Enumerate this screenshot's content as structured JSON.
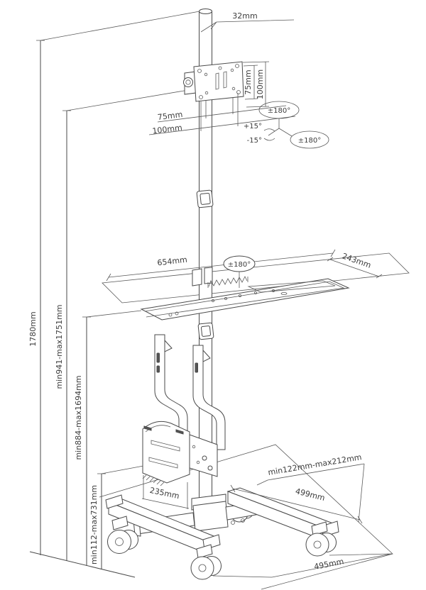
{
  "figure": {
    "background": "#ffffff",
    "line_color": "#4a4a4a",
    "text_color": "#3c3c3c",
    "type": "technical-dimension-diagram",
    "subject": "mobile workstation cart with monitor pole mount, keyboard tray, CPU holder and caster base"
  },
  "annotations": {
    "pole_diameter": "32mm",
    "vesa_height_inner": "75mm",
    "vesa_height_outer": "100mm",
    "vesa_width_inner": "75mm",
    "vesa_width_outer": "100mm",
    "monitor_swivel": "±180°",
    "monitor_rotation": "±180°",
    "tilt_up": "+15°",
    "tilt_down": "-15°",
    "tray_width": "654mm",
    "tray_swivel": "±180°",
    "tray_depth": "243mm",
    "total_height": "1780mm",
    "monitor_height_range": "min941-max1751mm",
    "tray_height_range": "min884-max1694mm",
    "cpu_holder_height_range": "min112-max731mm",
    "cpu_holder_width_range": "min122mm-max212mm",
    "leg_length": "499mm",
    "cpu_holder_depth": "235mm",
    "base_width": "495mm"
  }
}
